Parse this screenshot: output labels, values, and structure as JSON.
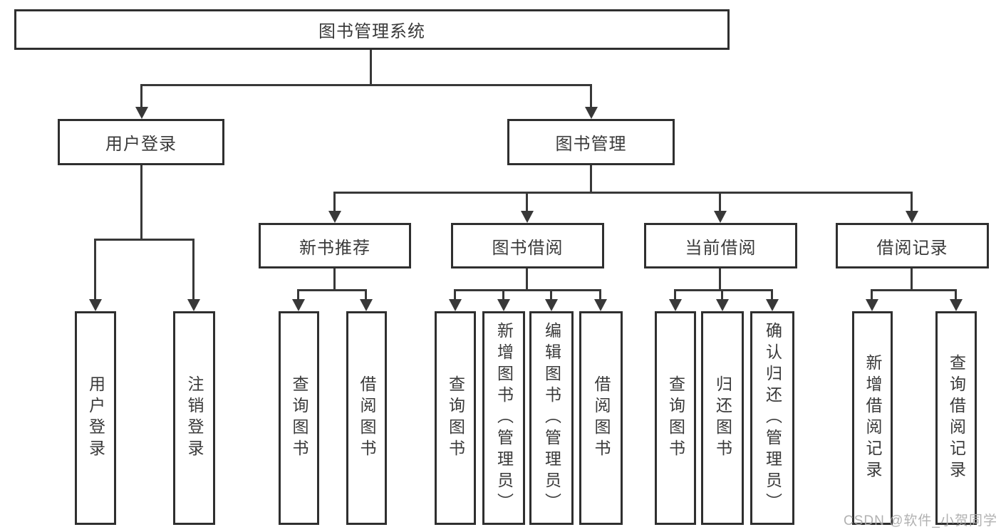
{
  "diagram": {
    "title_node": {
      "label": "图书管理系统"
    },
    "level2": [
      {
        "label": "用户登录",
        "parent": "图书管理系统"
      },
      {
        "label": "图书管理",
        "parent": "图书管理系统"
      }
    ],
    "level3": [
      {
        "label": "新书推荐",
        "parent": "图书管理"
      },
      {
        "label": "图书借阅",
        "parent": "图书管理"
      },
      {
        "label": "当前借阅",
        "parent": "图书管理"
      },
      {
        "label": "借阅记录",
        "parent": "图书管理"
      }
    ],
    "leaves": [
      {
        "label": "用户登录",
        "parent": "用户登录"
      },
      {
        "label": "注销登录",
        "parent": "用户登录"
      },
      {
        "label": "查询图书",
        "parent": "新书推荐"
      },
      {
        "label": "借阅图书",
        "parent": "新书推荐"
      },
      {
        "label": "查询图书",
        "parent": "图书借阅"
      },
      {
        "label": "新增图书（管理员）",
        "parent": "图书借阅"
      },
      {
        "label": "编辑图书（管理员）",
        "parent": "图书借阅"
      },
      {
        "label": "借阅图书",
        "parent": "图书借阅"
      },
      {
        "label": "查询图书",
        "parent": "当前借阅"
      },
      {
        "label": "归还图书",
        "parent": "当前借阅"
      },
      {
        "label": "确认归还（管理员）",
        "parent": "当前借阅"
      },
      {
        "label": "新增借阅记录",
        "parent": "借阅记录"
      },
      {
        "label": "查询借阅记录",
        "parent": "借阅记录"
      }
    ]
  },
  "watermark": {
    "text": "CSDN @软件_小贺同学"
  },
  "colors": {
    "line": "#383838",
    "box_border": "#2f2f2f",
    "text": "#3a3a3a",
    "watermark": "#a8a8a8",
    "background": "#ffffff"
  }
}
